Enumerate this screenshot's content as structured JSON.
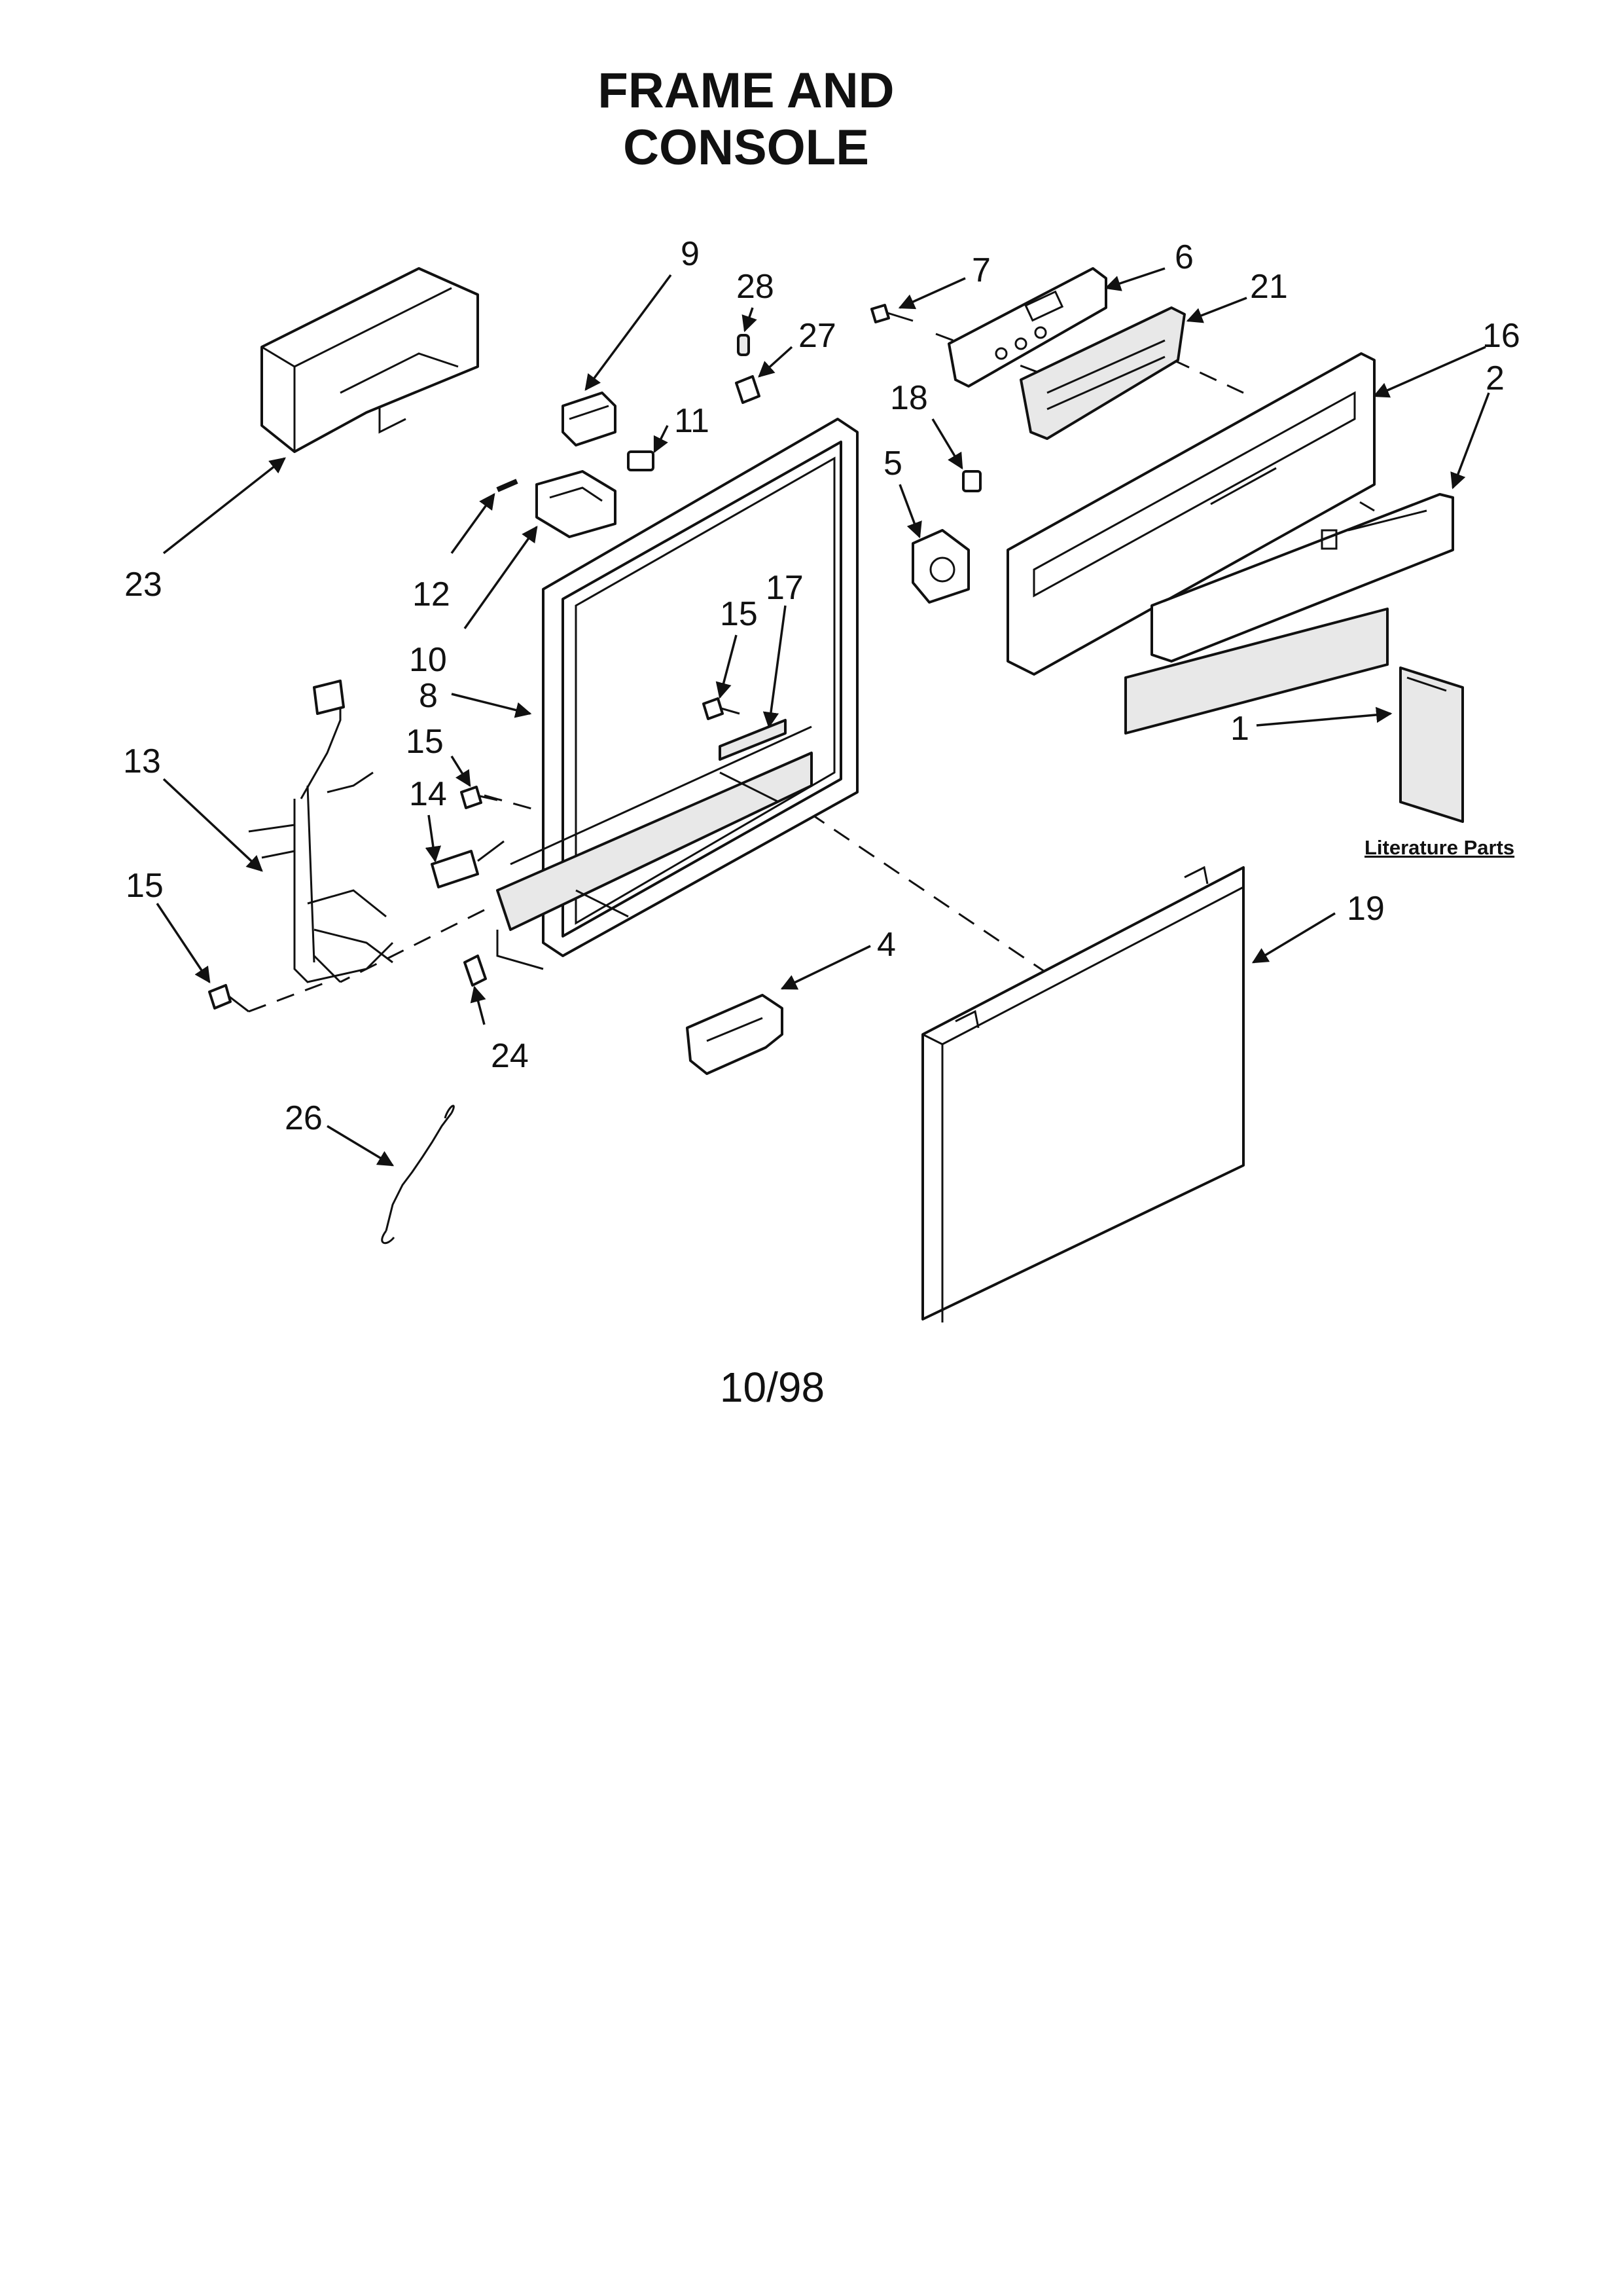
{
  "title": "FRAME AND CONSOLE",
  "date_code": "10/98",
  "literature_label": "Literature Parts",
  "callouts": {
    "c1": "1",
    "c2": "2",
    "c4": "4",
    "c5": "5",
    "c6": "6",
    "c7": "7",
    "c8": "8",
    "c9": "9",
    "c10": "10",
    "c11": "11",
    "c12": "12",
    "c13": "13",
    "c14": "14",
    "c15a": "15",
    "c15b": "15",
    "c15c": "15",
    "c16": "16",
    "c17": "17",
    "c18": "18",
    "c19": "19",
    "c21": "21",
    "c23": "23",
    "c24": "24",
    "c26": "26",
    "c27": "27",
    "c28": "28"
  }
}
